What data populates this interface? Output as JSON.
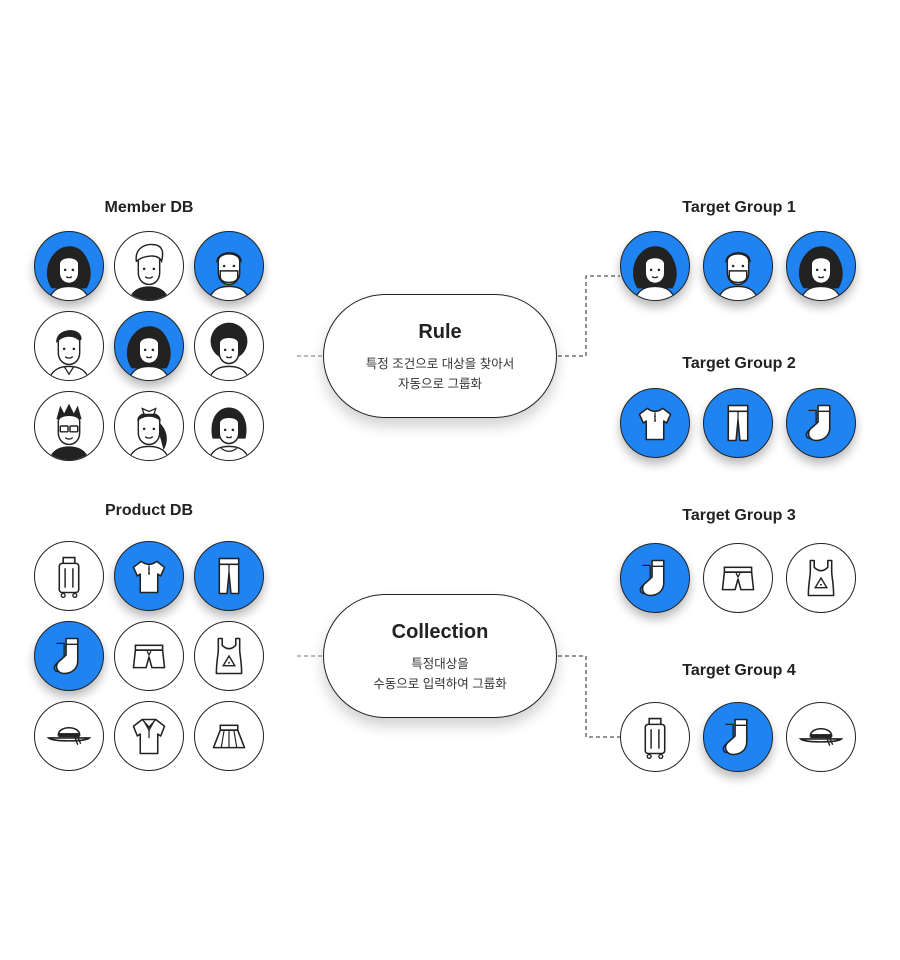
{
  "labels": {
    "member_db": "Member DB",
    "product_db": "Product DB",
    "target_group_1": "Target Group 1",
    "target_group_2": "Target Group 2",
    "target_group_3": "Target Group 3",
    "target_group_4": "Target Group 4"
  },
  "rule": {
    "title": "Rule",
    "line1": "특정 조건으로 대상을 찾아서",
    "line2": "자동으로 그룹화"
  },
  "collection": {
    "title": "Collection",
    "line1": "특정대상을",
    "line2": "수동으로 입력하여 그룹화"
  },
  "colors": {
    "accent": "#1f84f2",
    "stroke": "#222222"
  },
  "member_db_items": [
    "woman-curly-icon",
    "man-light-hair-icon",
    "person-mask-icon",
    "man-suit-icon",
    "woman-curly-icon",
    "person-afro-icon",
    "man-glasses-icon",
    "woman-ponytail-icon",
    "woman-bob-icon"
  ],
  "product_db_items": [
    "suitcase-icon",
    "shirt-icon",
    "pants-icon",
    "socks-icon",
    "shorts-icon",
    "tank-top-icon",
    "hat-icon",
    "polo-icon",
    "skirt-icon"
  ],
  "target_group_1_items": [
    "woman-curly-icon",
    "person-mask-icon",
    "woman-curly-icon"
  ],
  "target_group_2_items": [
    "shirt-icon",
    "pants-icon",
    "socks-icon"
  ],
  "target_group_3_items": [
    "socks-icon",
    "shorts-icon",
    "tank-top-icon"
  ],
  "target_group_4_items": [
    "suitcase-icon",
    "socks-icon",
    "hat-icon"
  ]
}
